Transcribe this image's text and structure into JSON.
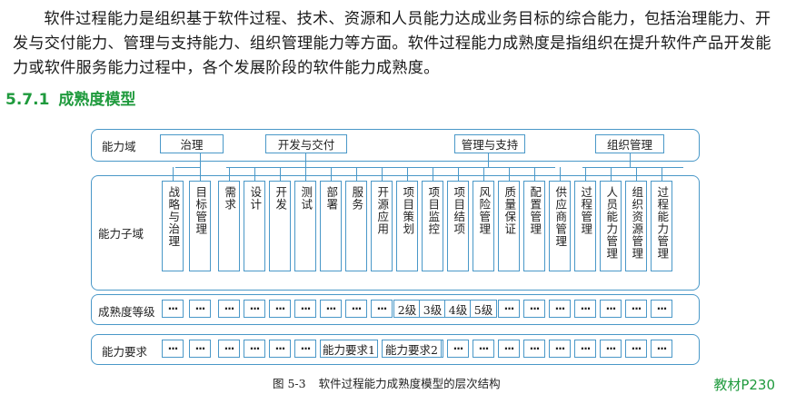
{
  "paragraph": "软件过程能力是组织基于软件过程、技术、资源和人员能力达成业务目标的综合能力，包括治理能力、开发与交付能力、管理与支持能力、组织管理能力等方面。软件过程能力成熟度是指组织在提升软件产品开发能力或软件服务能力过程中，各个发展阶段的软件能力成熟度。",
  "section": {
    "number": "5.7.1",
    "title": "成熟度模型"
  },
  "figure": {
    "row_labels": {
      "domain": "能力域",
      "subdomain": "能力子域",
      "level": "成熟度等级",
      "requirement": "能力要求"
    },
    "domains": [
      "治理",
      "开发与交付",
      "管理与支持",
      "组织管理"
    ],
    "subdomains": [
      "战略与治理",
      "目标管理",
      "需求",
      "设计",
      "开发",
      "测试",
      "部署",
      "服务",
      "开源应用",
      "项目策划",
      "项目监控",
      "项目结项",
      "风险管理",
      "质量保证",
      "配置管理",
      "供应商管理",
      "过程管理",
      "人员能力管理",
      "组织资源管理",
      "过程能力管理"
    ],
    "ellipsis": "···",
    "levels": [
      "2级",
      "3级",
      "4级",
      "5级"
    ],
    "requirements": [
      "能力要求1",
      "能力要求2"
    ],
    "caption_number": "图 5-3",
    "caption_text": "软件过程能力成熟度模型的层次结构"
  },
  "corner_note": "教材P230",
  "colors": {
    "border": "#4a98c8",
    "section_green": "#1f9a3d"
  }
}
